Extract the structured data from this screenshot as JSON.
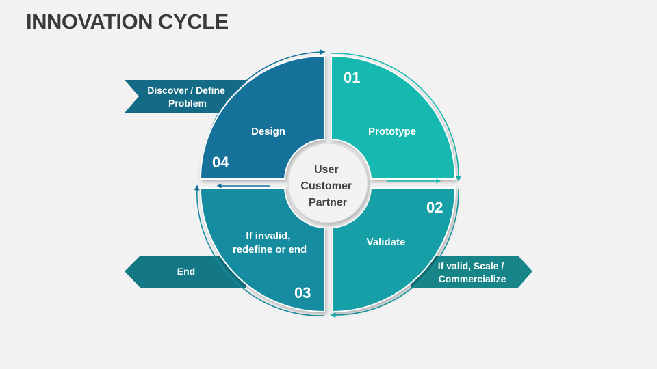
{
  "title": "INNOVATION CYCLE",
  "center": {
    "lines": [
      "User",
      "Customer",
      "Partner"
    ]
  },
  "segments": [
    {
      "number": "01",
      "label_lines": [
        "Prototype"
      ],
      "color": "#17b8b0"
    },
    {
      "number": "02",
      "label_lines": [
        "Validate"
      ],
      "color": "#159fa6"
    },
    {
      "number": "03",
      "label_lines": [
        "If invalid,",
        "redefine or end"
      ],
      "color": "#188ca1"
    },
    {
      "number": "04",
      "label_lines": [
        "Design"
      ],
      "color": "#13729a"
    }
  ],
  "callouts": {
    "discover": {
      "lines": [
        "Discover / Define",
        "Problem"
      ],
      "color": "#146b85"
    },
    "end": {
      "lines": [
        "End"
      ],
      "color": "#147784"
    },
    "valid": {
      "lines": [
        "If valid, Scale /",
        "Commercialize"
      ],
      "color": "#178588"
    }
  },
  "colors": {
    "background": "#f2f2f2",
    "title": "#3a3a3a",
    "center_text": "#404040"
  }
}
